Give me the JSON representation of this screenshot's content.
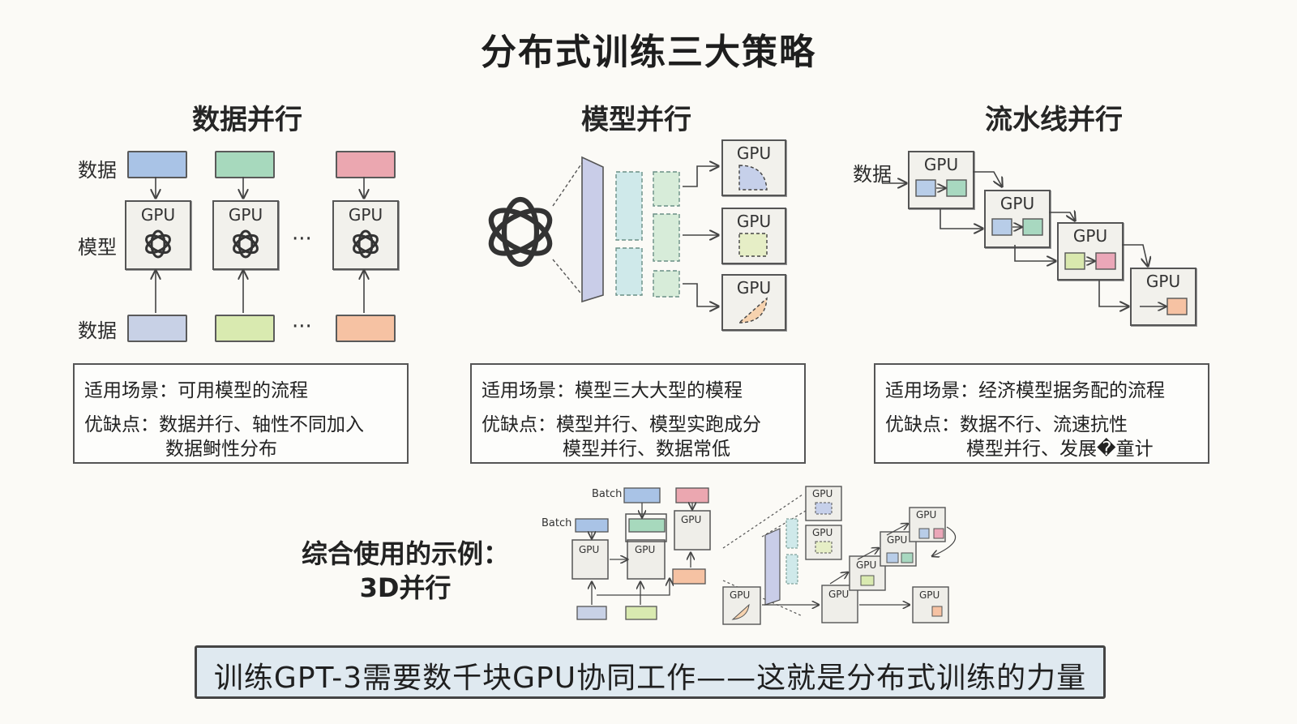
{
  "title": "分布式训练三大策略",
  "columns": [
    {
      "title": "数据并行"
    },
    {
      "title": "模型并行"
    },
    {
      "title": "流水线并行"
    }
  ],
  "data_parallel": {
    "label_data_top": "数据",
    "label_model": "模型",
    "label_data_bottom": "数据",
    "gpu": "GPU",
    "ellipsis": "···",
    "colors_top": [
      "#a9c3e6",
      "#a7d9bd",
      "#eba7b0"
    ],
    "colors_bottom": [
      "#c8d1e6",
      "#d9eab0",
      "#f6c2a3"
    ]
  },
  "model_parallel": {
    "gpu": "GPU"
  },
  "pipeline_parallel": {
    "label_data": "数据",
    "gpu": "GPU"
  },
  "info_boxes": [
    {
      "scene_label": "适用场景：",
      "scene": "可用模型的流程",
      "pros_label": "优缺点：",
      "pros_line1": "数据并行、轴性不同加入",
      "pros_line2": "数据鲥性分布"
    },
    {
      "scene_label": "适用场景：",
      "scene": "模型三大大型的模程",
      "pros_label": "优缺点：",
      "pros_line1": "模型并行、模型实跑成分",
      "pros_line2": "模型并行、数据常低"
    },
    {
      "scene_label": "适用场景：",
      "scene": "经济模型据务配的流程",
      "pros_label": "优缺点：",
      "pros_line1": "数据不行、流速抗性",
      "pros_line2": "模型并行、发展�童计"
    }
  ],
  "combined": {
    "label_line1": "综合使用的示例：",
    "label_line2": "3D并行",
    "batch": "Batch",
    "gpu": "GPU"
  },
  "banner": "训练GPT-3需要数千块GPU协同工作——这就是分布式训练的力量"
}
